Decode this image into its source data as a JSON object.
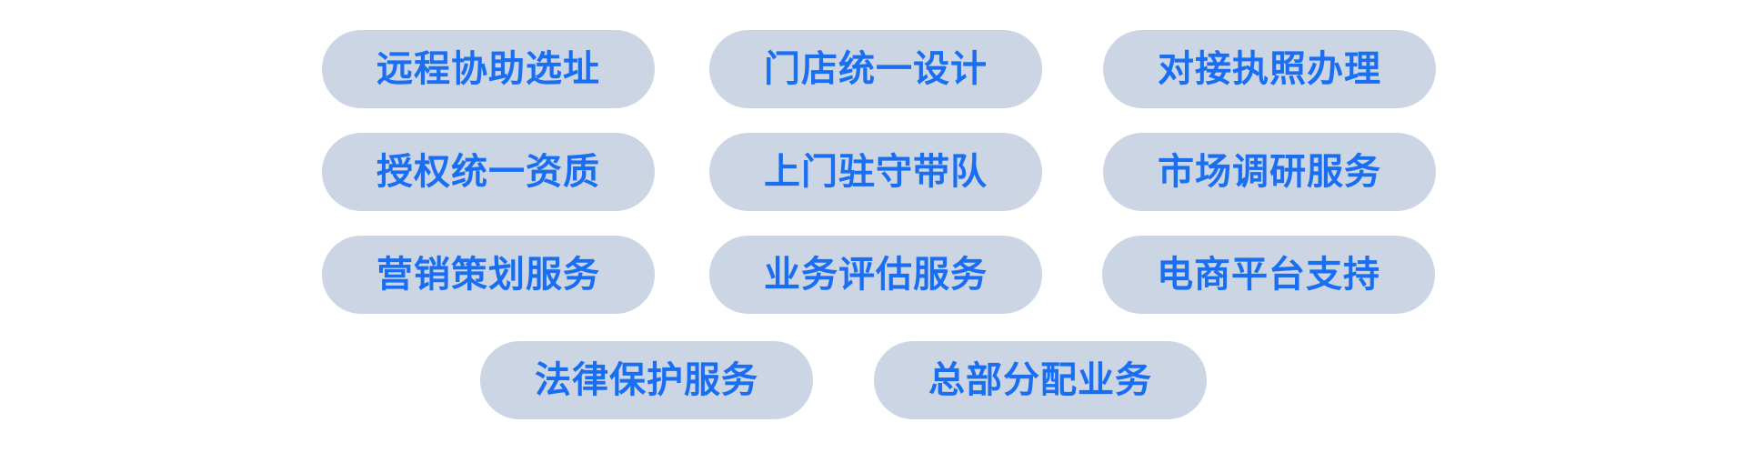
{
  "services": [
    {
      "label": "远程协助选址"
    },
    {
      "label": "门店统一设计"
    },
    {
      "label": "对接执照办理"
    },
    {
      "label": "授权统一资质"
    },
    {
      "label": "上门驻守带队"
    },
    {
      "label": "市场调研服务"
    },
    {
      "label": "营销策划服务"
    },
    {
      "label": "业务评估服务"
    },
    {
      "label": "电商平台支持"
    },
    {
      "label": "法律保护服务"
    },
    {
      "label": "总部分配业务"
    }
  ],
  "colors": {
    "pill_background": "#cbd5e3",
    "label_text": "#1a6ef2",
    "page_background": "#ffffff"
  }
}
